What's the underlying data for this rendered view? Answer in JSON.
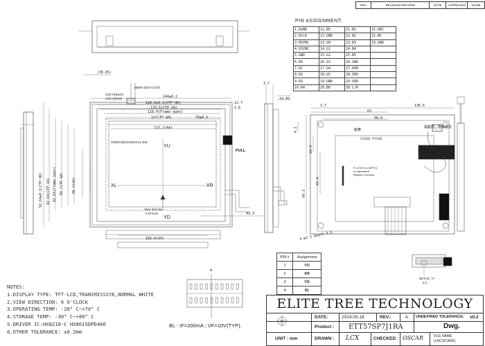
{
  "revision_table": {
    "headers": [
      "REV",
      "REVISION RECORD",
      "DATE",
      "APPROVED",
      "NAME"
    ]
  },
  "pin_assignment": {
    "title": "PIN ASSIGNMENT:",
    "rows": [
      [
        "1.DGND",
        "11.R5",
        "21.B1",
        "31.UDC"
      ],
      [
        "2.DCLK",
        "12.GND",
        "22.B2",
        "32.NC"
      ],
      [
        "3.HSYNC",
        "13.G0",
        "23.B3",
        "33.GND"
      ],
      [
        "4.VSYNC",
        "14.G1",
        "24.B4",
        ""
      ],
      [
        "5.GND",
        "15.G2",
        "25.B5",
        ""
      ],
      [
        "6.R0",
        "16.G3",
        "26.GND",
        ""
      ],
      [
        "7.R1",
        "17.G4",
        "27.DEN",
        ""
      ],
      [
        "8.R2",
        "18.G5",
        "28.VDD",
        ""
      ],
      [
        "9.R3",
        "19.GND",
        "29.VDD",
        ""
      ],
      [
        "10.R4",
        "20.B0",
        "30.L/R",
        ""
      ]
    ]
  },
  "pin_table": {
    "headers": [
      "PIN #",
      "Assignment"
    ],
    "rows": [
      [
        "1",
        "YU"
      ],
      [
        "2",
        "XR"
      ],
      [
        "3",
        "YD"
      ],
      [
        "4",
        "XL"
      ]
    ]
  },
  "front_view": {
    "dims": {
      "d3685": "(36.85)",
      "d1448": "144±0.2",
      "d12861": "128.6±0.2(CTP OD)",
      "d1186": "118.6(CTP VA)",
      "d1184": "118.4(Frame open)",
      "d117": "117(TP AA)",
      "d1152": "115.2(AA)",
      "d10261": "102.6(UV)",
      "v9264": "92.64±0.2(CTP OD)",
      "v8264": "82.64(CTP VA)",
      "v8264b": "82.64(Frame open)",
      "v817": "81.7(TP AA)",
      "v864": "86.4(AA)",
      "v70": "70±0.3",
      "d127": "12.7",
      "d18": "1.8",
      "d433": "43.3"
    },
    "labels": {
      "led_k": "LED K(Back)",
      "led_a": "LED A(Red)",
      "connector": "BB5R-32V3-2(.5T)",
      "resolution": "320(RGB)X240(XGV) dots",
      "yu": "YU",
      "yd": "YD",
      "xl": "XL",
      "xr": "XR",
      "view_direction": "View direction",
      "six_oclock": "6 O'clock",
      "pull": "PULL"
    }
  },
  "side_view": {
    "dims": {
      "d37": "3.7",
      "d1445": "14.45"
    }
  },
  "back_view": {
    "dims": {
      "d37": "3.7",
      "d63": "63",
      "d1366": "136.6",
      "d988": "98.8",
      "d224": "22.4",
      "d654": "65.4",
      "d943": "94.3",
      "depth": "4-φ2.5 Depth 3.5",
      "d41": "4.1"
    },
    "labels": {
      "tape_cn": "胶带",
      "wire_cn": "黑胶层，背板胶处",
      "bottom_contact": "FJ-XXXX-0-0(FPC)\nor equivalent\n(Bottom Contact)",
      "model_small": "37XXXX FYYXXX"
    }
  },
  "detail": {
    "label": "DETAIL \"A\"",
    "scale": "5:1",
    "marker": "A"
  },
  "notes": {
    "title": "NOTES:",
    "items": [
      "1.DISPLAY TYPE: TFT-LCD,TRANSMISSIVE,NORMAL WHITE",
      "2.VIEW DIRECTION: 6 O'CLOCK",
      "3.OPERATING TEMP: -20° C~+70° C",
      "4.STORAGE TEMP: -30° C~+80° C",
      "5.DRIVER IC:HX8218-C HX8615DPD400",
      "6.OTHER TOLERANCE: ±0.2mm"
    ]
  },
  "backlight": {
    "text": "BL : IF=200mA ; VF=10V(TYP)."
  },
  "title_block": {
    "company": "ELITE TREE TECHNOLOGY",
    "date_label": "DATE:",
    "date_value": "2024.05.18",
    "rev_label": "REV.:",
    "rev_value": "A",
    "tolerance_label": "UNDEFINED TOLERANCE:",
    "tolerance_value": "±0.2",
    "product_label": "Product :",
    "product_value": "ETT57SP7J1RA",
    "dwg": "Dwg.",
    "unit_label": "UNIT : mm",
    "drawn_label": "DRAWN :",
    "drawn_value": "LCX",
    "checked_label": "CHECKED :",
    "checked_value": "OSCAR",
    "file_name_label": "FILE NAME",
    "file_name_value": "(LACS/CASE)"
  }
}
